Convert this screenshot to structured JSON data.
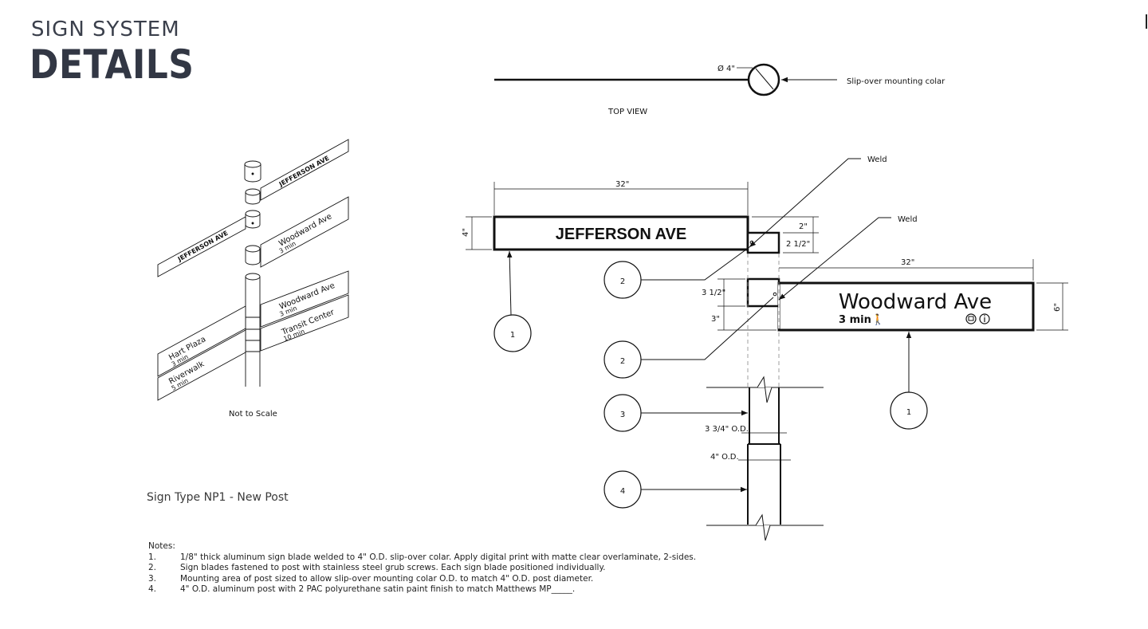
{
  "title": {
    "subtitle": "SIGN SYSTEM",
    "main": "DETAILS"
  },
  "top_view": {
    "label": "TOP VIEW",
    "diameter_label": "Ø 4\"",
    "collar_label": "Slip-over mounting colar"
  },
  "iso": {
    "caption": "Not to Scale",
    "blade_upper_right": "JEFFERSON AVE",
    "blade_upper_left": "JEFFERSON AVE",
    "blade_mid": "Woodward Ave",
    "blade_mid_time": "3 min",
    "blade_low1": "Woodward Ave",
    "blade_low1_time": "3 min",
    "blade_low2": "Transit Center",
    "blade_low2_time": "10 min",
    "blade_left1": "Hart Plaza",
    "blade_left1_time": "3 min",
    "blade_left2": "Riverwalk",
    "blade_left2_time": "5 min"
  },
  "elevation": {
    "jefferson_label": "JEFFERSON AVE",
    "woodward_label": "Woodward Ave",
    "woodward_time": "3 min",
    "dim_32_a": "32\"",
    "dim_32_b": "32\"",
    "dim_4": "4\"",
    "dim_6": "6\"",
    "dim_2": "2\"",
    "dim_2_half": "2 1/2\"",
    "dim_3_half": "3 1/2\"",
    "dim_3": "3\"",
    "dim_post_inner": "3 3/4\" O.D.",
    "dim_post_outer": "4\" O.D.",
    "weld_1": "Weld",
    "weld_2": "Weld",
    "callouts": [
      "1",
      "2",
      "2",
      "3",
      "4",
      "1"
    ]
  },
  "sign_type": "Sign Type NP1 - New Post",
  "notes": {
    "header": "Notes:",
    "items": [
      {
        "num": "1.",
        "text": "1/8\" thick aluminum sign blade welded to 4\" O.D. slip-over colar. Apply digital print with matte clear overlaminate, 2-sides."
      },
      {
        "num": "2.",
        "text": "Sign blades fastened to post with stainless steel grub screws. Each sign blade positioned individually."
      },
      {
        "num": "3.",
        "text": "Mounting area of post sized to allow slip-over mounting colar O.D. to match 4\" O.D. post diameter."
      },
      {
        "num": "4.",
        "text": "4\" O.D. aluminum post with 2 PAC polyurethane satin paint finish to match Matthews MP_____."
      }
    ]
  }
}
